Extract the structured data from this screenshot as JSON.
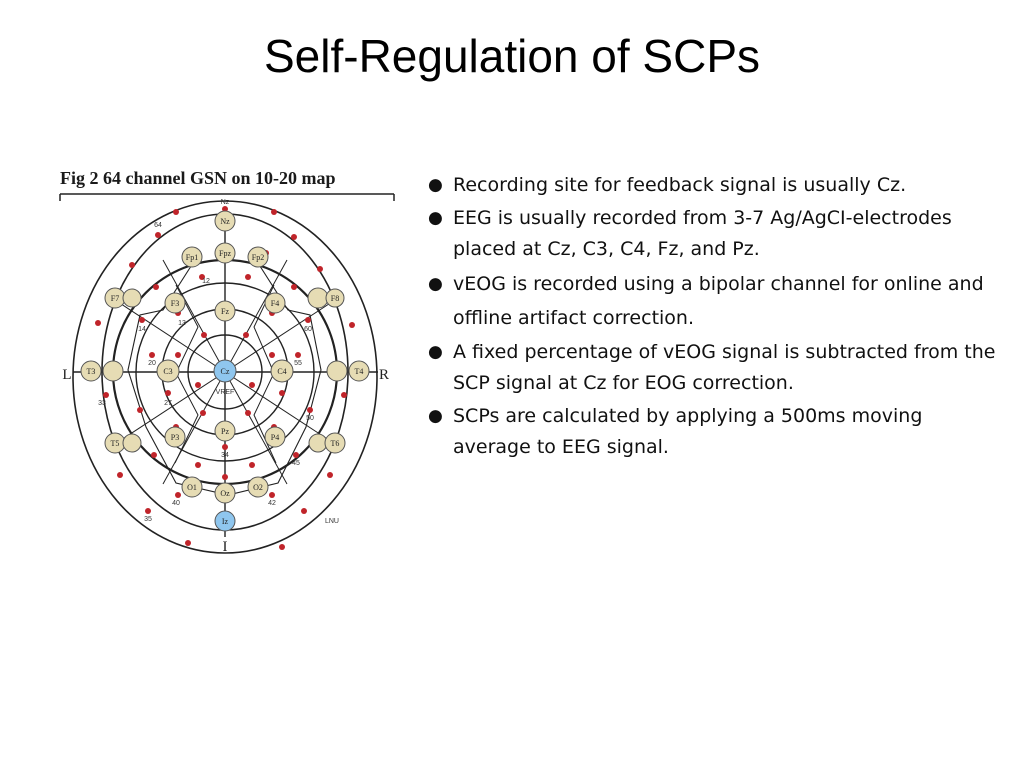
{
  "slide": {
    "title": "Self-Regulation of SCPs"
  },
  "figure": {
    "caption": "Fig 2  64 channel GSN on 10-20 map",
    "side_left": "L",
    "side_right": "R",
    "bottom_mark": "I",
    "colors": {
      "ring": "#222222",
      "ten_twenty_electrode": "#e6dcb4",
      "reference_electrode": "#8fc6ee",
      "gsn_dot": "#c0242a"
    },
    "ten_twenty_labels": [
      "Nz",
      "Fp1",
      "Fpz",
      "Fp2",
      "F7",
      "F3",
      "Fz",
      "F4",
      "F8",
      "T3",
      "C3",
      "Cz",
      "C4",
      "T4",
      "T5",
      "P3",
      "Pz",
      "P4",
      "T6",
      "O1",
      "Oz",
      "O2",
      "Iz"
    ],
    "reference_labels": [
      "Cz",
      "Iz"
    ],
    "small_labels": [
      "Nz",
      "VREF",
      "12",
      "13",
      "14",
      "20",
      "27",
      "33",
      "34",
      "35",
      "40",
      "42",
      "45",
      "50",
      "55",
      "60",
      "64",
      "LNU"
    ]
  },
  "bullets": [
    {
      "text": "Recording site for feedback signal is usually Cz."
    },
    {
      "text": "EEG is usually recorded from 3-7 Ag/AgCI-electrodes placed at Cz, C3, C4, Fz, and Pz."
    },
    {
      "text": "vEOG is recorded using a bipolar channel for online and offline artifact correction."
    },
    {
      "text": "A fixed percentage of vEOG signal is subtracted from the SCP signal at Cz for EOG correction."
    },
    {
      "text": "SCPs are calculated by applying a 500ms moving average to EEG signal."
    }
  ],
  "bullet_marker": "●"
}
